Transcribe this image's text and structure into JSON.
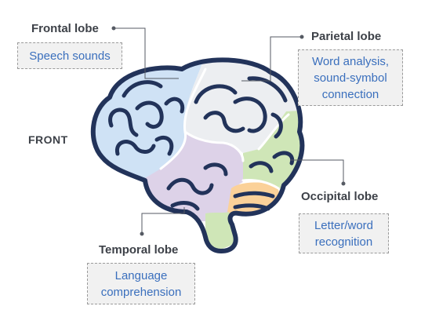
{
  "front_label": "FRONT",
  "lobes": {
    "frontal": {
      "title": "Frontal lobe",
      "desc": [
        "Speech sounds"
      ]
    },
    "parietal": {
      "title": "Parietal lobe",
      "desc": [
        "Word analysis,",
        "sound-symbol",
        "connection"
      ]
    },
    "occipital": {
      "title": "Occipital lobe",
      "desc": [
        "Letter/word",
        "recognition"
      ]
    },
    "temporal": {
      "title": "Temporal lobe",
      "desc": [
        "Language",
        "comprehension"
      ]
    }
  },
  "colors": {
    "outline": "#22335a",
    "frontal": "#cfe2f5",
    "parietal": "#eceef1",
    "occipital": "#cfe6b7",
    "temporal": "#ddd2e8",
    "cerebellum": "#fbd199",
    "brainstem": "#cfe6b7",
    "title_text": "#3d4148",
    "desc_text": "#3a6fbd",
    "box_bg": "#f1f1f1",
    "leader": "#555a63"
  }
}
